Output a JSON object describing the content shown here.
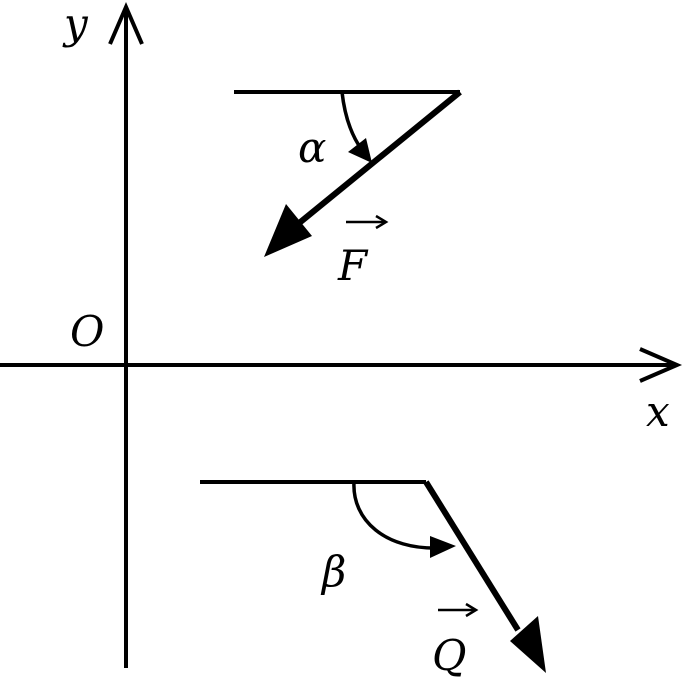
{
  "axes": {
    "x_label": "x",
    "y_label": "y",
    "origin_label": "O"
  },
  "vector_f": {
    "label": "F",
    "angle_label": "α"
  },
  "vector_q": {
    "label": "Q",
    "angle_label": "β"
  },
  "colors": {
    "ink": "#000000",
    "background": "#ffffff"
  }
}
